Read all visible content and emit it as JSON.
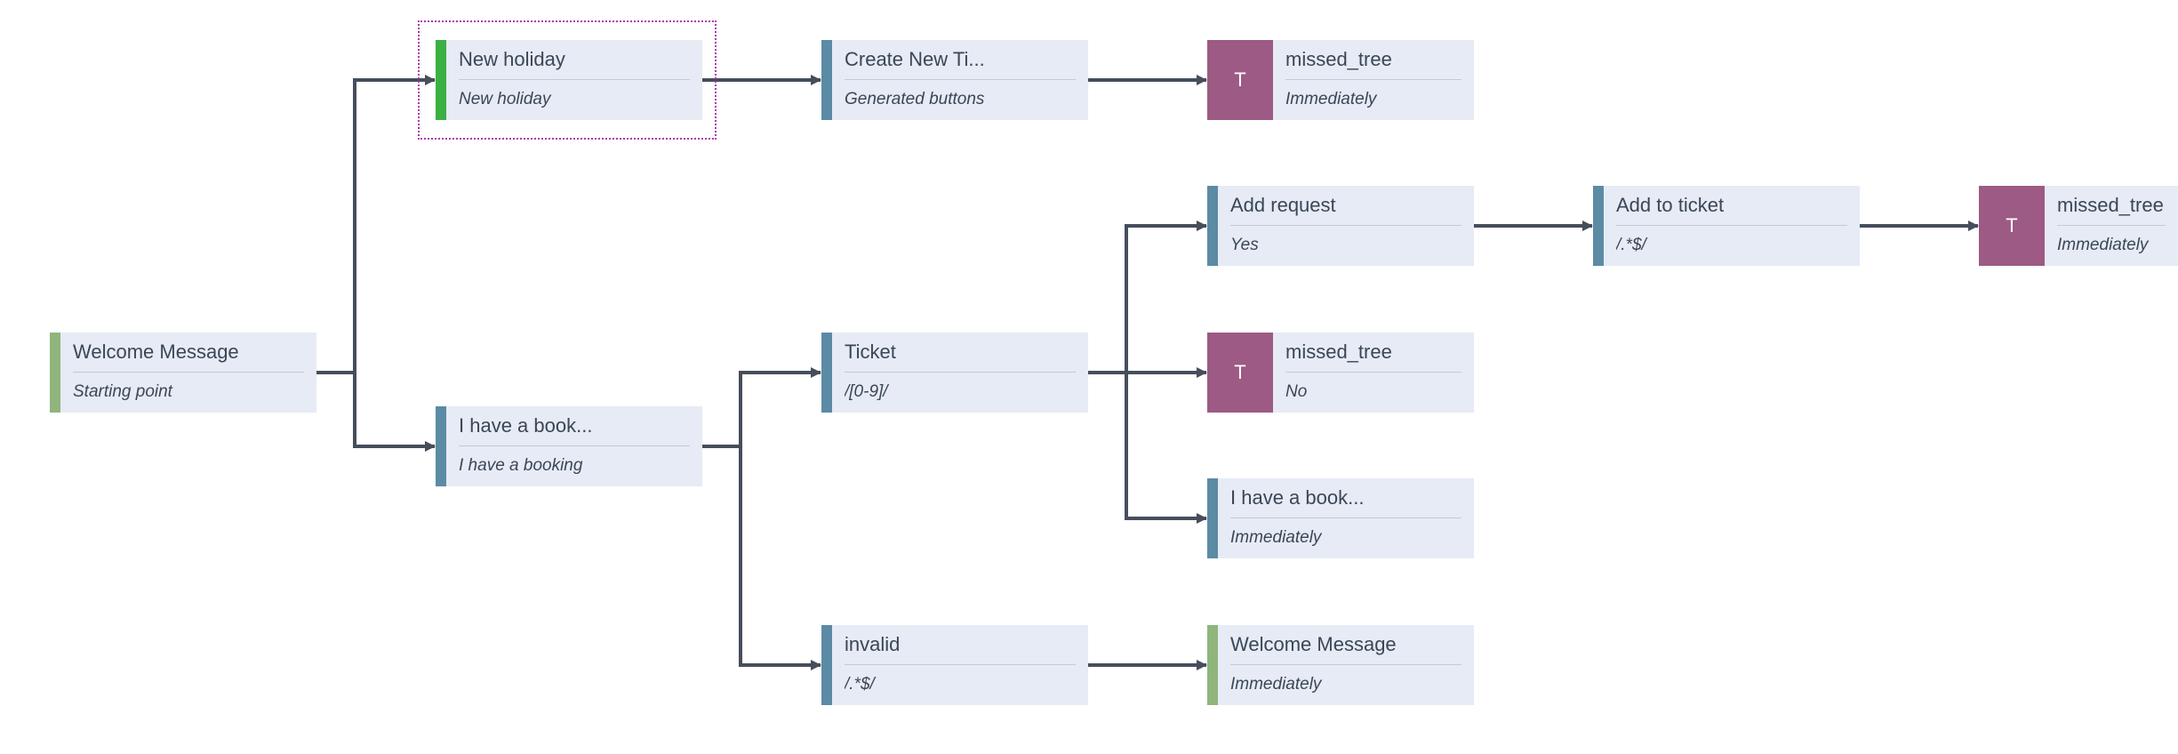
{
  "colors": {
    "start_bar": "#8fb57d",
    "active_bar": "#3cb043",
    "step_bar": "#5b8ba5",
    "tree_badge": "#9c5a84",
    "edge": "#464e5c",
    "selection": "#b03ab0"
  },
  "nodes": [
    {
      "id": "welcome",
      "kind": "start",
      "title": "Welcome Message",
      "subtitle": "Starting point"
    },
    {
      "id": "new_holiday",
      "kind": "active",
      "title": "New holiday",
      "subtitle": "New holiday",
      "selected": true
    },
    {
      "id": "booking",
      "kind": "step",
      "title": "I have a book...",
      "subtitle": "I have a booking"
    },
    {
      "id": "create_ticket",
      "kind": "step",
      "title": "Create New Ti...",
      "subtitle": "Generated buttons"
    },
    {
      "id": "ticket",
      "kind": "step",
      "title": "Ticket",
      "subtitle": "/[0-9]/"
    },
    {
      "id": "invalid",
      "kind": "step",
      "title": "invalid",
      "subtitle": "/.*$/"
    },
    {
      "id": "tree1",
      "kind": "tree",
      "badge": "T",
      "title": "missed_tree",
      "subtitle": "Immediately"
    },
    {
      "id": "add_request",
      "kind": "step",
      "title": "Add request",
      "subtitle": "Yes"
    },
    {
      "id": "tree2",
      "kind": "tree",
      "badge": "T",
      "title": "missed_tree",
      "subtitle": "No"
    },
    {
      "id": "booking2",
      "kind": "step",
      "title": "I have a book...",
      "subtitle": "Immediately"
    },
    {
      "id": "welcome2",
      "kind": "start",
      "title": "Welcome Message",
      "subtitle": "Immediately"
    },
    {
      "id": "add_ticket",
      "kind": "step",
      "title": "Add to ticket",
      "subtitle": "/.*$/"
    },
    {
      "id": "tree3",
      "kind": "tree",
      "badge": "T",
      "title": "missed_tree",
      "subtitle": "Immediately"
    }
  ],
  "edges": [
    {
      "from": "welcome",
      "to": "new_holiday"
    },
    {
      "from": "welcome",
      "to": "booking"
    },
    {
      "from": "new_holiday",
      "to": "create_ticket"
    },
    {
      "from": "create_ticket",
      "to": "tree1"
    },
    {
      "from": "booking",
      "to": "ticket"
    },
    {
      "from": "booking",
      "to": "invalid"
    },
    {
      "from": "ticket",
      "to": "add_request"
    },
    {
      "from": "ticket",
      "to": "tree2"
    },
    {
      "from": "ticket",
      "to": "booking2"
    },
    {
      "from": "invalid",
      "to": "welcome2"
    },
    {
      "from": "add_request",
      "to": "add_ticket"
    },
    {
      "from": "add_ticket",
      "to": "tree3"
    }
  ]
}
